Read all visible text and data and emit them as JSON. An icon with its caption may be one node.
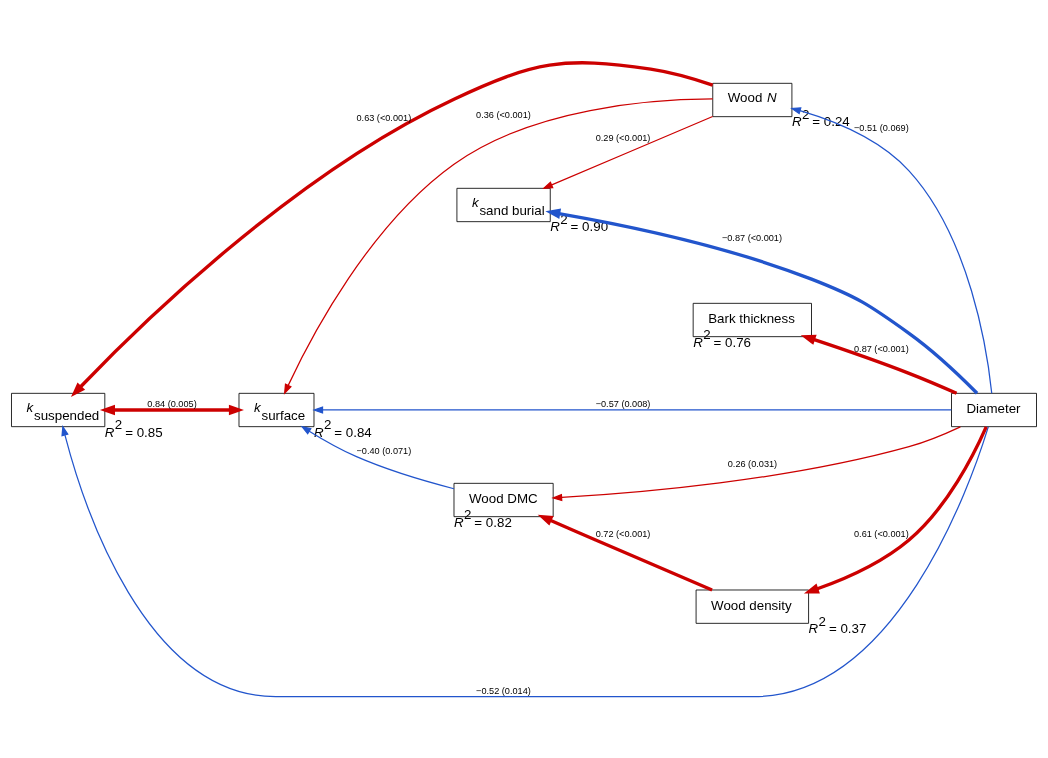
{
  "diagram": {
    "nodes": [
      {
        "text": [
          "Wood *N*"
        ],
        "beside": [
          "*R*$^{2}$ = 0.24"
        ]
      },
      {
        "text": [
          "*k*$_{sand burial}$"
        ],
        "beside": [
          "*R*$^{2}$ = 0.90"
        ]
      },
      {
        "text": [
          "Bark thickness"
        ],
        "beside": [
          "*R*$^{2}$ = 0.76"
        ]
      },
      {
        "text": [
          "*k*$_{surface}$"
        ],
        "beside": [
          "*R*$^{2}$ = 0.84"
        ]
      },
      {
        "text": [
          "Diameter"
        ]
      },
      {
        "text": [
          "*k*$_{suspended}$"
        ],
        "beside": [
          "*R*$^{2}$ = 0.85"
        ]
      },
      {
        "text": [
          "Wood density"
        ],
        "beside": [
          "*R*$^{2}$ = 0.37"
        ]
      },
      {
        "text": [
          "Wood DMC"
        ],
        "beside": [
          "*R*$^{2}$ = 0.82"
        ]
      }
    ],
    "edges": [
      {
        "from": 0,
        "to": 1,
        "arrow": "to",
        "label": "0.29 (<0.001)"
      },
      {
        "from": 0,
        "to": 3,
        "arrow": "to",
        "label": "0.36 (<0.001)"
      },
      {
        "from": 0,
        "to": 5,
        "arrow": "to",
        "label": "0.63 (<0.001)",
        "style": "thick"
      },
      {
        "from": 4,
        "to": 0,
        "arrow": "to",
        "label": "−0.51 (0.069)",
        "color": "#2255cc"
      },
      {
        "from": 4,
        "to": 1,
        "arrow": "to",
        "label": "−0.87 (<0.001)",
        "style": "thick",
        "color": "#2255cc"
      },
      {
        "from": 4,
        "to": 2,
        "arrow": "to",
        "label": "0.87 (<0.001)",
        "style": "thick"
      },
      {
        "from": 4,
        "to": 3,
        "arrow": "to",
        "label": "−0.57 (0.008)",
        "color": "#2255cc"
      },
      {
        "from": 3,
        "to": 5,
        "arrow": "both",
        "label": "0.84 (0.005)",
        "style": "thick"
      },
      {
        "from": 7,
        "to": 3,
        "arrow": "to",
        "label": "−0.40 (0.071)",
        "color": "#2255cc"
      },
      {
        "from": 4,
        "to": 5,
        "arrow": "to",
        "label": "−0.52 (0.014)",
        "color": "#2255cc"
      },
      {
        "from": 4,
        "to": 7,
        "arrow": "to",
        "label": "0.26 (0.031)"
      },
      {
        "from": 4,
        "to": 6,
        "arrow": "to",
        "label": "0.61 (<0.001)",
        "style": "thick"
      },
      {
        "from": 6,
        "to": 7,
        "arrow": "to",
        "label": "0.72 (<0.001)",
        "style": "thick"
      }
    ]
  }
}
